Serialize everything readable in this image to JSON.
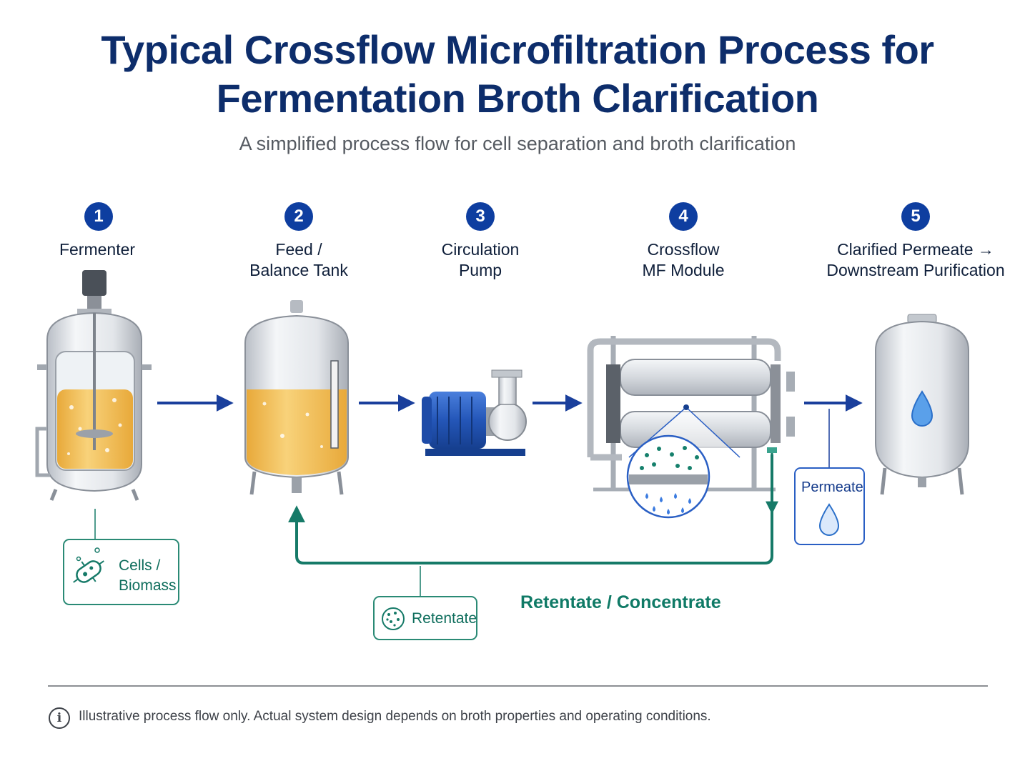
{
  "title_line1": "Typical Crossflow Microfiltration Process for",
  "title_line2": "Fermentation Broth Clarification",
  "subtitle": "A simplified process flow for cell separation and broth clarification",
  "steps": [
    {
      "num": "1",
      "line1": "Fermenter",
      "line2": ""
    },
    {
      "num": "2",
      "line1": "Feed /",
      "line2": "Balance Tank"
    },
    {
      "num": "3",
      "line1": "Circulation",
      "line2": "Pump"
    },
    {
      "num": "4",
      "line1": "Crossflow",
      "line2": "MF Module"
    },
    {
      "num": "5",
      "line1": "Clarified Permeate →",
      "line2": "Downstream Purification"
    }
  ],
  "cells_box": {
    "line1": "Cells /",
    "line2": "Biomass",
    "icon": "bacteria-icon"
  },
  "retentate_box": {
    "label": "Retentate",
    "icon": "particles-icon"
  },
  "permeate_box": {
    "label": "Permeate",
    "icon": "droplet-icon"
  },
  "retentate_flow_label": "Retentate / Concentrate",
  "footnote": "Illustrative process flow only. Actual system design depends on broth properties and operating conditions.",
  "info_icon": "i",
  "colors": {
    "title": "#0d2d6b",
    "step_badge": "#0e3ea0",
    "flow_arrow": "#1a3f9c",
    "retentate_line": "#167a68",
    "broth": "#f3c14f",
    "pump_motor": "#2456b8"
  }
}
